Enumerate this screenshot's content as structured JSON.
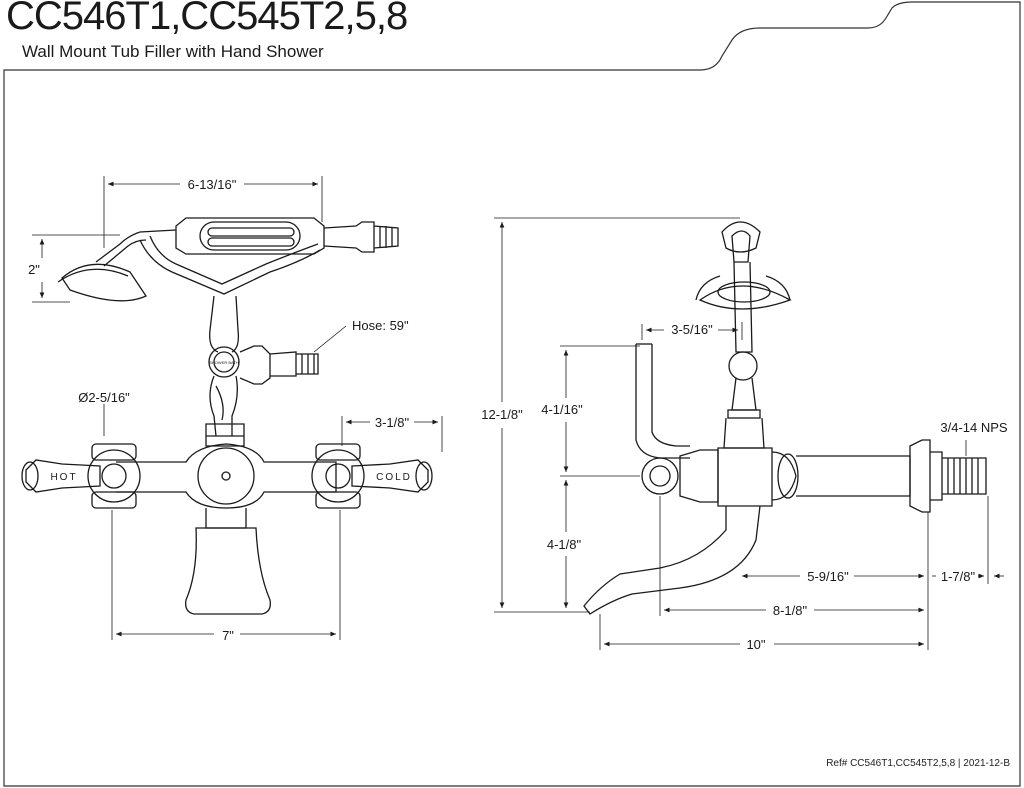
{
  "header": {
    "model": "CC546T1,CC545T2,5,8",
    "description": "Wall Mount Tub Filler with Hand Shower"
  },
  "front_view": {
    "dim_width_top": "6-13/16\"",
    "dim_shower_height": "2\"",
    "dim_hose": "Hose: 59\"",
    "dim_flange": "Ø2-5/16\"",
    "dim_flange_offset": "3-1/8\"",
    "dim_centers": "7\"",
    "label_hot": "HOT",
    "label_cold": "COLD",
    "label_shower_bath": "SHOWER BATH"
  },
  "side_view": {
    "dim_total_height": "12-1/8\"",
    "dim_upper": "4-1/16\"",
    "dim_lower": "4-1/8\"",
    "dim_cradle_offset": "3-5/16\"",
    "dim_thread": "3/4-14 NPS",
    "dim_reach_body": "5-9/16\"",
    "dim_thread_len": "1-7/8\"",
    "dim_reach_spout": "8-1/8\"",
    "dim_total_depth": "10\""
  },
  "footer": {
    "reference": "Ref# CC546T1,CC545T2,5,8 | 2021-12-B"
  }
}
